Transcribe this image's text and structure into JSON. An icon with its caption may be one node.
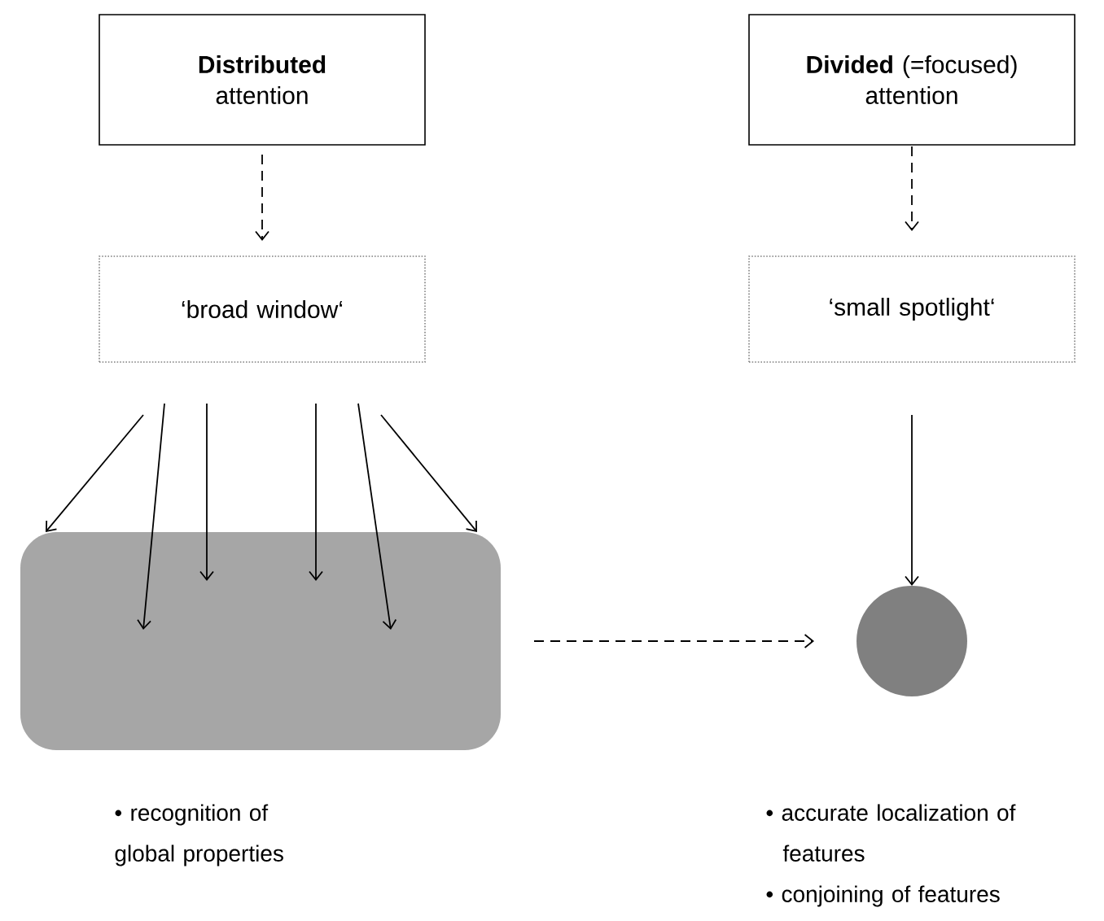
{
  "diagram": {
    "nodes": [
      {
        "text": [
          "**Distributed** attention"
        ]
      },
      {
        "text": [
          "**Divided** (=focused) attention"
        ]
      },
      {
        "text": [
          "‘broad window‘"
        ]
      },
      {
        "text": [
          "‘small spotlight‘"
        ]
      },
      {
        "text": [],
        "shape": "box",
        "beside": [
          "• recognition of global properties"
        ]
      },
      {
        "text": [],
        "shape": "circle",
        "beside": [
          "• accurate localization of features",
          "• conjoining of features"
        ]
      }
    ],
    "edges": [
      {
        "from": 0,
        "to": 2,
        "arrow": "to",
        "style": "dashed"
      },
      {
        "from": 1,
        "to": 3,
        "arrow": "to",
        "style": "dashed"
      },
      {
        "from": 2,
        "to": 4,
        "arrow": "to"
      },
      {
        "from": 2,
        "to": 4,
        "arrow": "to"
      },
      {
        "from": 2,
        "to": 4,
        "arrow": "to"
      },
      {
        "from": 2,
        "to": 4,
        "arrow": "to"
      },
      {
        "from": 2,
        "to": 4,
        "arrow": "to"
      },
      {
        "from": 2,
        "to": 4,
        "arrow": "to"
      },
      {
        "from": 3,
        "to": 5,
        "arrow": "to"
      },
      {
        "from": 4,
        "to": 5,
        "arrow": "to",
        "style": "dashed"
      }
    ]
  }
}
